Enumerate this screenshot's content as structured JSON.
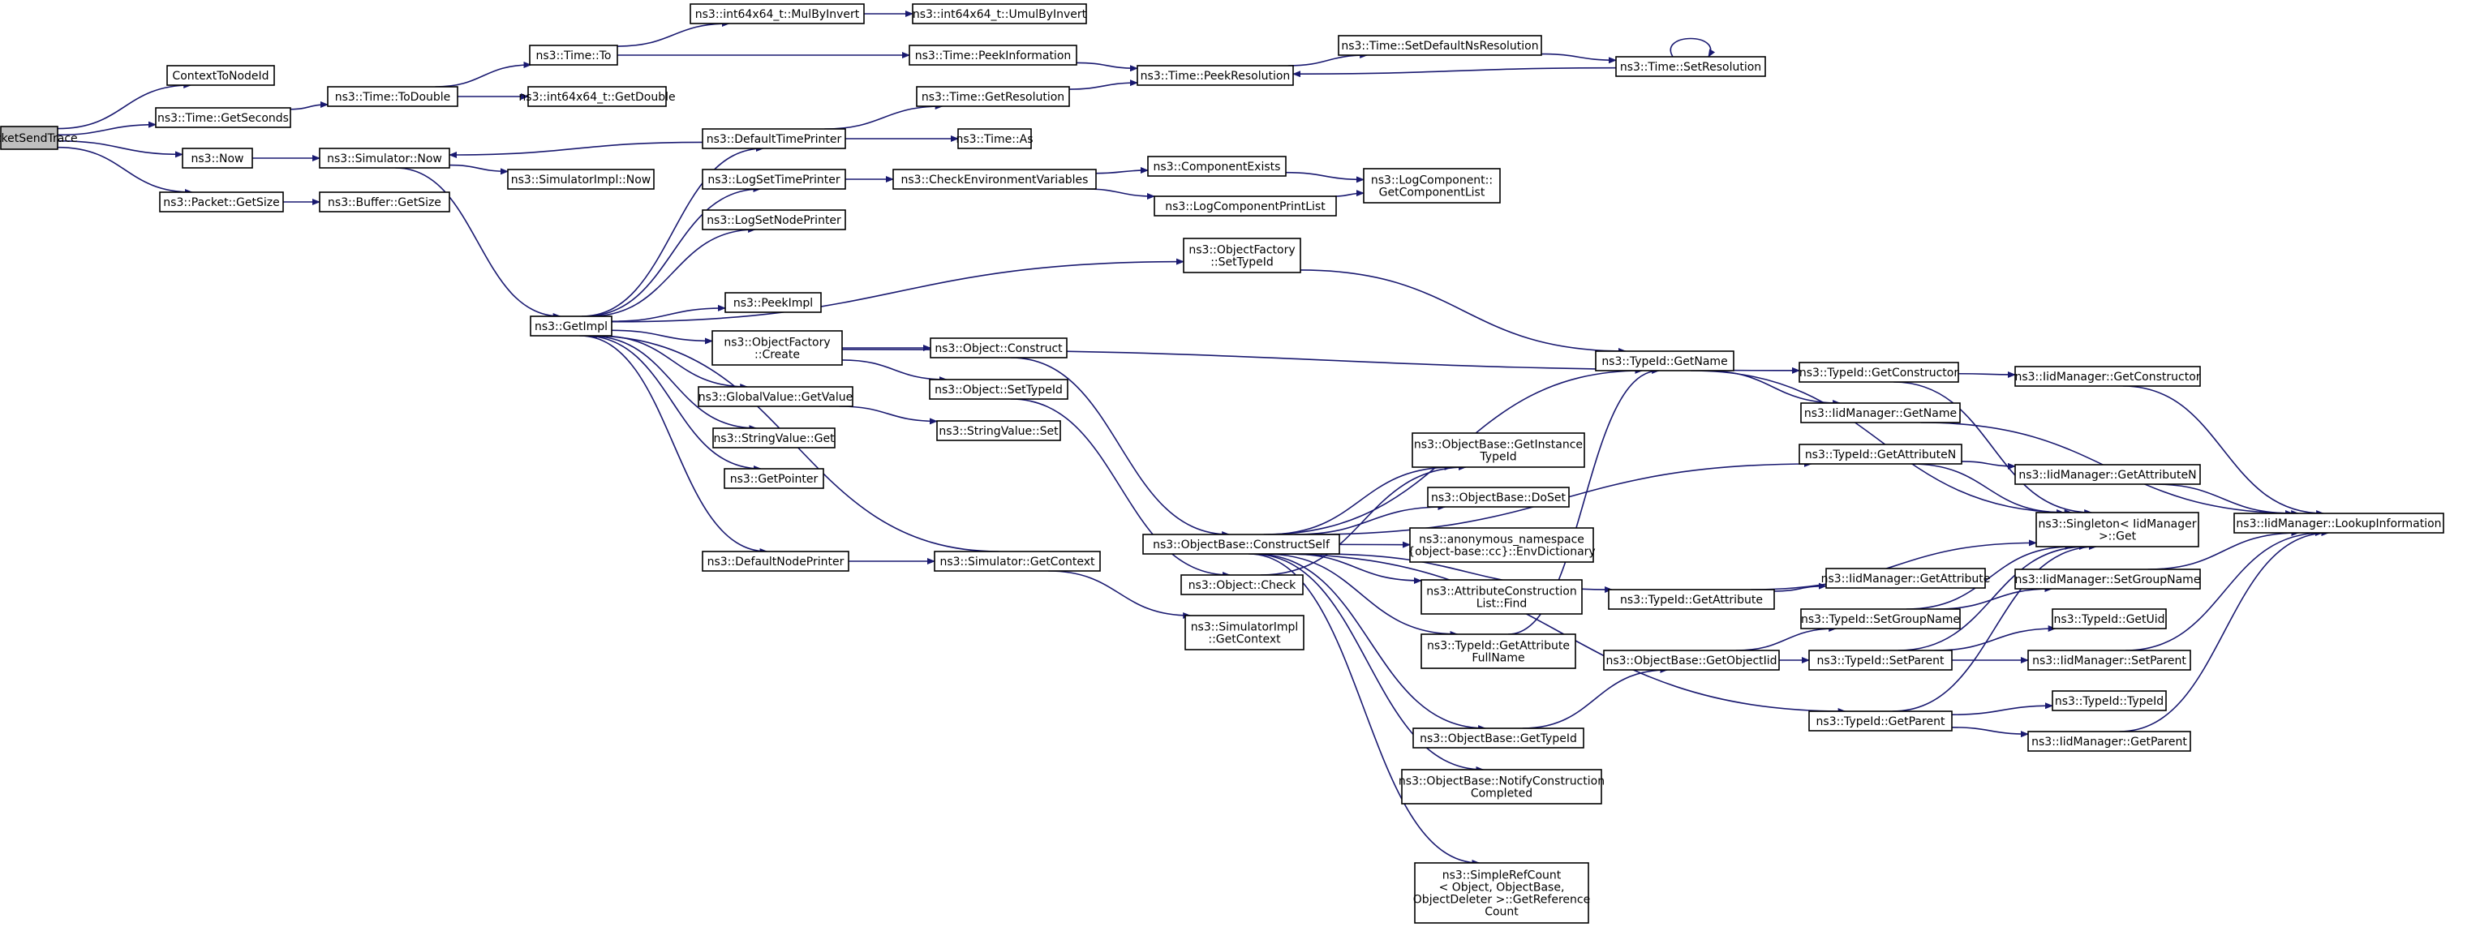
{
  "graph": {
    "title": "",
    "edge_color": "#191970",
    "node_fill": "#ffffff",
    "root_fill": "#bfbfbf",
    "nodes": [
      {
        "id": "root",
        "lines": [
          "SocketSendTrace"
        ],
        "root": true
      },
      {
        "id": "ctxnode",
        "lines": [
          "ContextToNodeId"
        ]
      },
      {
        "id": "getseconds",
        "lines": [
          "ns3::Time::GetSeconds"
        ]
      },
      {
        "id": "now",
        "lines": [
          "ns3::Now"
        ]
      },
      {
        "id": "pkt_getsize",
        "lines": [
          "ns3::Packet::GetSize"
        ]
      },
      {
        "id": "todouble",
        "lines": [
          "ns3::Time::ToDouble"
        ]
      },
      {
        "id": "time_to",
        "lines": [
          "ns3::Time::To"
        ]
      },
      {
        "id": "i64_getdouble",
        "lines": [
          "ns3::int64x64_t::GetDouble"
        ]
      },
      {
        "id": "i64_mulbyinvert",
        "lines": [
          "ns3::int64x64_t::MulByInvert"
        ]
      },
      {
        "id": "i64_umulbyinvert",
        "lines": [
          "ns3::int64x64_t::UmulByInvert"
        ]
      },
      {
        "id": "peekinfo",
        "lines": [
          "ns3::Time::PeekInformation"
        ]
      },
      {
        "id": "peekres",
        "lines": [
          "ns3::Time::PeekResolution"
        ]
      },
      {
        "id": "setdefaultns",
        "lines": [
          "ns3::Time::SetDefaultNsResolution"
        ]
      },
      {
        "id": "setres",
        "lines": [
          "ns3::Time::SetResolution"
        ]
      },
      {
        "id": "sim_now",
        "lines": [
          "ns3::Simulator::Now"
        ]
      },
      {
        "id": "simimpl_now",
        "lines": [
          "ns3::SimulatorImpl::Now"
        ]
      },
      {
        "id": "buf_getsize",
        "lines": [
          "ns3::Buffer::GetSize"
        ]
      },
      {
        "id": "defaulttimeprinter",
        "lines": [
          "ns3::DefaultTimePrinter"
        ]
      },
      {
        "id": "getresolution",
        "lines": [
          "ns3::Time::GetResolution"
        ]
      },
      {
        "id": "time_as",
        "lines": [
          "ns3::Time::As"
        ]
      },
      {
        "id": "logsettimeprinter",
        "lines": [
          "ns3::LogSetTimePrinter"
        ]
      },
      {
        "id": "checkenv",
        "lines": [
          "ns3::CheckEnvironmentVariables"
        ]
      },
      {
        "id": "compexists",
        "lines": [
          "ns3::ComponentExists"
        ]
      },
      {
        "id": "logcompprintlist",
        "lines": [
          "ns3::LogComponentPrintList"
        ]
      },
      {
        "id": "logcomp_getlist",
        "lines": [
          "ns3::LogComponent::",
          "GetComponentList"
        ]
      },
      {
        "id": "logsetnodeprinter",
        "lines": [
          "ns3::LogSetNodePrinter"
        ]
      },
      {
        "id": "of_settypeid",
        "lines": [
          "ns3::ObjectFactory",
          "::SetTypeId"
        ]
      },
      {
        "id": "getimpl",
        "lines": [
          "ns3::GetImpl"
        ]
      },
      {
        "id": "peekimpl",
        "lines": [
          "ns3::PeekImpl"
        ]
      },
      {
        "id": "of_create",
        "lines": [
          "ns3::ObjectFactory",
          "::Create"
        ]
      },
      {
        "id": "obj_construct",
        "lines": [
          "ns3::Object::Construct"
        ]
      },
      {
        "id": "obj_settypeid",
        "lines": [
          "ns3::Object::SetTypeId"
        ]
      },
      {
        "id": "gv_getvalue",
        "lines": [
          "ns3::GlobalValue::GetValue"
        ]
      },
      {
        "id": "sv_get",
        "lines": [
          "ns3::StringValue::Get"
        ]
      },
      {
        "id": "sv_set",
        "lines": [
          "ns3::StringValue::Set"
        ]
      },
      {
        "id": "getpointer",
        "lines": [
          "ns3::GetPointer"
        ]
      },
      {
        "id": "defaultnodeprinter",
        "lines": [
          "ns3::DefaultNodePrinter"
        ]
      },
      {
        "id": "sim_getcontext",
        "lines": [
          "ns3::Simulator::GetContext"
        ]
      },
      {
        "id": "simimpl_getcontext",
        "lines": [
          "ns3::SimulatorImpl",
          "::GetContext"
        ]
      },
      {
        "id": "ob_constructself",
        "lines": [
          "ns3::ObjectBase::ConstructSelf"
        ]
      },
      {
        "id": "obj_check",
        "lines": [
          "ns3::Object::Check"
        ]
      },
      {
        "id": "typeid_getname",
        "lines": [
          "ns3::TypeId::GetName"
        ]
      },
      {
        "id": "ob_getinstancetypeid",
        "lines": [
          "ns3::ObjectBase::GetInstance",
          "TypeId"
        ]
      },
      {
        "id": "ob_doset",
        "lines": [
          "ns3::ObjectBase::DoSet"
        ]
      },
      {
        "id": "envdict",
        "lines": [
          "ns3::anonymous_namespace",
          "{object-base::cc}::EnvDictionary"
        ]
      },
      {
        "id": "acl_find",
        "lines": [
          "ns3::AttributeConstruction",
          "List::Find"
        ]
      },
      {
        "id": "typeid_getattrfullname",
        "lines": [
          "ns3::TypeId::GetAttribute",
          "FullName"
        ]
      },
      {
        "id": "ob_gettypeid",
        "lines": [
          "ns3::ObjectBase::GetTypeId"
        ]
      },
      {
        "id": "ob_notifyconstruction",
        "lines": [
          "ns3::ObjectBase::NotifyConstruction",
          "Completed"
        ]
      },
      {
        "id": "simplerefcount",
        "lines": [
          "ns3::SimpleRefCount",
          "< Object, ObjectBase,",
          "ObjectDeleter >::GetReference",
          "Count"
        ]
      },
      {
        "id": "typeid_getconstructor",
        "lines": [
          "ns3::TypeId::GetConstructor"
        ]
      },
      {
        "id": "iidm_getname",
        "lines": [
          "ns3::IidManager::GetName"
        ]
      },
      {
        "id": "typeid_getattributen",
        "lines": [
          "ns3::TypeId::GetAttributeN"
        ]
      },
      {
        "id": "typeid_getattribute",
        "lines": [
          "ns3::TypeId::GetAttribute"
        ]
      },
      {
        "id": "ob_getobjectiid",
        "lines": [
          "ns3::ObjectBase::GetObjectIid"
        ]
      },
      {
        "id": "typeid_setgroupname",
        "lines": [
          "ns3::TypeId::SetGroupName"
        ]
      },
      {
        "id": "typeid_setparent",
        "lines": [
          "ns3::TypeId::SetParent"
        ]
      },
      {
        "id": "typeid_getparent",
        "lines": [
          "ns3::TypeId::GetParent"
        ]
      },
      {
        "id": "iidm_getconstructor",
        "lines": [
          "ns3::IidManager::GetConstructor"
        ]
      },
      {
        "id": "iidm_getattributen",
        "lines": [
          "ns3::IidManager::GetAttributeN"
        ]
      },
      {
        "id": "singleton_get",
        "lines": [
          "ns3::Singleton< IidManager",
          " >::Get"
        ]
      },
      {
        "id": "iidm_getattribute",
        "lines": [
          "ns3::IidManager::GetAttribute"
        ]
      },
      {
        "id": "iidm_setgroupname",
        "lines": [
          "ns3::IidManager::SetGroupName"
        ]
      },
      {
        "id": "typeid_getuid",
        "lines": [
          "ns3::TypeId::GetUid"
        ]
      },
      {
        "id": "iidm_setparent",
        "lines": [
          "ns3::IidManager::SetParent"
        ]
      },
      {
        "id": "typeid_typeid",
        "lines": [
          "ns3::TypeId::TypeId"
        ]
      },
      {
        "id": "iidm_getparent",
        "lines": [
          "ns3::IidManager::GetParent"
        ]
      },
      {
        "id": "iidm_lookup",
        "lines": [
          "ns3::IidManager::LookupInformation"
        ]
      }
    ],
    "edges": [
      [
        "root",
        "ctxnode"
      ],
      [
        "root",
        "getseconds"
      ],
      [
        "root",
        "now"
      ],
      [
        "root",
        "pkt_getsize"
      ],
      [
        "getseconds",
        "todouble"
      ],
      [
        "todouble",
        "time_to"
      ],
      [
        "todouble",
        "i64_getdouble"
      ],
      [
        "time_to",
        "i64_mulbyinvert"
      ],
      [
        "time_to",
        "peekinfo"
      ],
      [
        "i64_mulbyinvert",
        "i64_umulbyinvert"
      ],
      [
        "peekinfo",
        "peekres"
      ],
      [
        "peekres",
        "setdefaultns"
      ],
      [
        "setdefaultns",
        "setres"
      ],
      [
        "setres",
        "peekres"
      ],
      [
        "setres",
        "setres"
      ],
      [
        "now",
        "sim_now"
      ],
      [
        "sim_now",
        "simimpl_now"
      ],
      [
        "sim_now",
        "getimpl"
      ],
      [
        "pkt_getsize",
        "buf_getsize"
      ],
      [
        "defaulttimeprinter",
        "sim_now"
      ],
      [
        "defaulttimeprinter",
        "getresolution"
      ],
      [
        "defaulttimeprinter",
        "time_as"
      ],
      [
        "getresolution",
        "peekres"
      ],
      [
        "getimpl",
        "defaulttimeprinter"
      ],
      [
        "getimpl",
        "logsettimeprinter"
      ],
      [
        "getimpl",
        "logsetnodeprinter"
      ],
      [
        "getimpl",
        "of_settypeid"
      ],
      [
        "getimpl",
        "peekimpl"
      ],
      [
        "getimpl",
        "of_create"
      ],
      [
        "getimpl",
        "gv_getvalue"
      ],
      [
        "getimpl",
        "sv_get"
      ],
      [
        "getimpl",
        "getpointer"
      ],
      [
        "getimpl",
        "defaultnodeprinter"
      ],
      [
        "logsettimeprinter",
        "checkenv"
      ],
      [
        "checkenv",
        "compexists"
      ],
      [
        "checkenv",
        "logcompprintlist"
      ],
      [
        "compexists",
        "logcomp_getlist"
      ],
      [
        "logcompprintlist",
        "logcomp_getlist"
      ],
      [
        "of_settypeid",
        "typeid_getname"
      ],
      [
        "of_create",
        "obj_construct"
      ],
      [
        "of_create",
        "obj_settypeid"
      ],
      [
        "of_create",
        "typeid_getconstructor"
      ],
      [
        "obj_construct",
        "ob_constructself"
      ],
      [
        "obj_settypeid",
        "obj_check"
      ],
      [
        "gv_getvalue",
        "sv_set"
      ],
      [
        "defaultnodeprinter",
        "sim_getcontext"
      ],
      [
        "sim_getcontext",
        "getimpl"
      ],
      [
        "sim_getcontext",
        "simimpl_getcontext"
      ],
      [
        "ob_constructself",
        "typeid_getname"
      ],
      [
        "ob_constructself",
        "typeid_getattributen"
      ],
      [
        "ob_constructself",
        "ob_getinstancetypeid"
      ],
      [
        "ob_constructself",
        "ob_doset"
      ],
      [
        "ob_constructself",
        "envdict"
      ],
      [
        "ob_constructself",
        "acl_find"
      ],
      [
        "ob_constructself",
        "typeid_getattrfullname"
      ],
      [
        "ob_constructself",
        "typeid_getattribute"
      ],
      [
        "ob_constructself",
        "ob_gettypeid"
      ],
      [
        "ob_constructself",
        "ob_notifyconstruction"
      ],
      [
        "ob_constructself",
        "simplerefcount"
      ],
      [
        "ob_constructself",
        "typeid_getparent"
      ],
      [
        "obj_check",
        "ob_getinstancetypeid"
      ],
      [
        "typeid_getattrfullname",
        "typeid_getname"
      ],
      [
        "ob_gettypeid",
        "ob_getobjectiid"
      ],
      [
        "typeid_getname",
        "iidm_getname"
      ],
      [
        "typeid_getname",
        "singleton_get"
      ],
      [
        "typeid_getconstructor",
        "iidm_getconstructor"
      ],
      [
        "typeid_getconstructor",
        "singleton_get"
      ],
      [
        "iidm_getname",
        "iidm_lookup"
      ],
      [
        "typeid_getattributen",
        "iidm_getattributen"
      ],
      [
        "typeid_getattributen",
        "singleton_get"
      ],
      [
        "typeid_getattribute",
        "iidm_getattribute"
      ],
      [
        "typeid_getattribute",
        "singleton_get"
      ],
      [
        "ob_getobjectiid",
        "typeid_setgroupname"
      ],
      [
        "ob_getobjectiid",
        "typeid_setparent"
      ],
      [
        "typeid_setgroupname",
        "iidm_setgroupname"
      ],
      [
        "typeid_setgroupname",
        "singleton_get"
      ],
      [
        "typeid_setparent",
        "typeid_getuid"
      ],
      [
        "typeid_setparent",
        "iidm_setparent"
      ],
      [
        "typeid_setparent",
        "singleton_get"
      ],
      [
        "typeid_getparent",
        "typeid_typeid"
      ],
      [
        "typeid_getparent",
        "iidm_getparent"
      ],
      [
        "typeid_getparent",
        "singleton_get"
      ],
      [
        "iidm_getconstructor",
        "iidm_lookup"
      ],
      [
        "iidm_getattributen",
        "iidm_lookup"
      ],
      [
        "iidm_setgroupname",
        "iidm_lookup"
      ],
      [
        "iidm_setparent",
        "iidm_lookup"
      ],
      [
        "iidm_getparent",
        "iidm_lookup"
      ]
    ]
  }
}
